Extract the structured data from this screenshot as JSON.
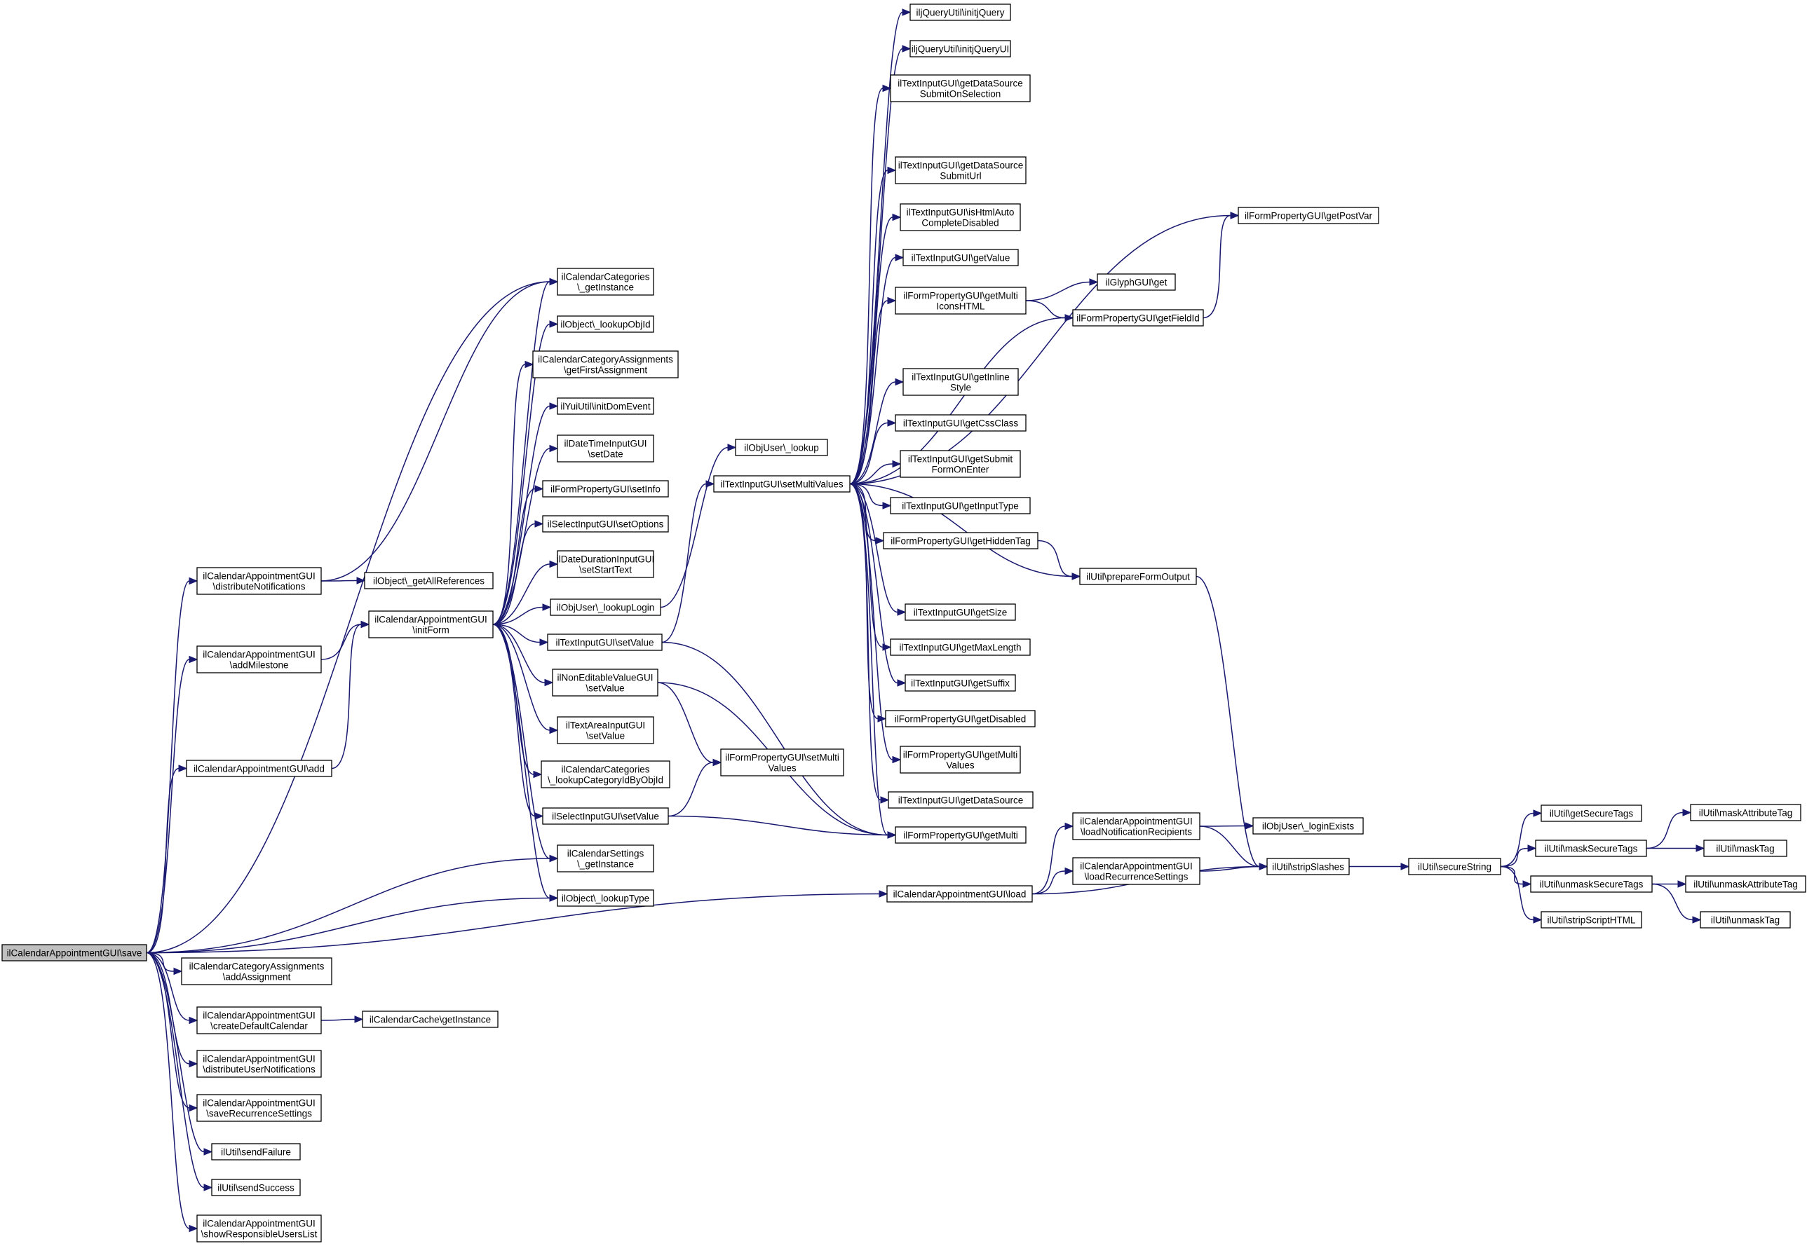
{
  "diagram": {
    "type": "call-graph",
    "root": "save",
    "colors": {
      "edge": "#191970",
      "node_fill": "#ffffff",
      "root_fill": "#bfbfbf",
      "node_border": "#000000",
      "text": "#000000"
    },
    "nodes": [
      {
        "id": "save",
        "lines": [
          "ilCalendarAppointmentGUI\\save"
        ]
      },
      {
        "id": "distributeNotifications",
        "lines": [
          "ilCalendarAppointmentGUI",
          "\\distributeNotifications"
        ]
      },
      {
        "id": "addMilestone",
        "lines": [
          "ilCalendarAppointmentGUI",
          "\\addMilestone"
        ]
      },
      {
        "id": "add",
        "lines": [
          "ilCalendarAppointmentGUI\\add"
        ]
      },
      {
        "id": "addAssignment",
        "lines": [
          "ilCalendarCategoryAssignments",
          "\\addAssignment"
        ]
      },
      {
        "id": "createDefaultCalendar",
        "lines": [
          "ilCalendarAppointmentGUI",
          "\\createDefaultCalendar"
        ]
      },
      {
        "id": "distributeUserNotifications",
        "lines": [
          "ilCalendarAppointmentGUI",
          "\\distributeUserNotifications"
        ]
      },
      {
        "id": "saveRecurrenceSettings",
        "lines": [
          "ilCalendarAppointmentGUI",
          "\\saveRecurrenceSettings"
        ]
      },
      {
        "id": "sendFailure",
        "lines": [
          "ilUtil\\sendFailure"
        ]
      },
      {
        "id": "sendSuccess",
        "lines": [
          "ilUtil\\sendSuccess"
        ]
      },
      {
        "id": "showResponsibleUsersList",
        "lines": [
          "ilCalendarAppointmentGUI",
          "\\showResponsibleUsersList"
        ]
      },
      {
        "id": "getAllReferences",
        "lines": [
          "ilObject\\_getAllReferences"
        ]
      },
      {
        "id": "initForm",
        "lines": [
          "ilCalendarAppointmentGUI",
          "\\initForm"
        ]
      },
      {
        "id": "cacheGetInstance",
        "lines": [
          "ilCalendarCache\\getInstance"
        ]
      },
      {
        "id": "catGetInstance",
        "lines": [
          "ilCalendarCategories",
          "\\_getInstance"
        ]
      },
      {
        "id": "lookupObjId",
        "lines": [
          "ilObject\\_lookupObjId"
        ]
      },
      {
        "id": "getFirstAssignment",
        "lines": [
          "ilCalendarCategoryAssignments",
          "\\getFirstAssignment"
        ]
      },
      {
        "id": "initDomEvent",
        "lines": [
          "ilYuiUtil\\initDomEvent"
        ]
      },
      {
        "id": "setDate",
        "lines": [
          "ilDateTimeInputGUI",
          "\\setDate"
        ]
      },
      {
        "id": "setInfo",
        "lines": [
          "ilFormPropertyGUI\\setInfo"
        ]
      },
      {
        "id": "setOptions",
        "lines": [
          "ilSelectInputGUI\\setOptions"
        ]
      },
      {
        "id": "setStartText",
        "lines": [
          "ilDateDurationInputGUI",
          "\\setStartText"
        ]
      },
      {
        "id": "lookupLogin",
        "lines": [
          "ilObjUser\\_lookupLogin"
        ]
      },
      {
        "id": "textSetValue",
        "lines": [
          "ilTextInputGUI\\setValue"
        ]
      },
      {
        "id": "nonEditSetValue",
        "lines": [
          "ilNonEditableValueGUI",
          "\\setValue"
        ]
      },
      {
        "id": "textAreaSetValue",
        "lines": [
          "ilTextAreaInputGUI",
          "\\setValue"
        ]
      },
      {
        "id": "lookupCategoryIdByObjId",
        "lines": [
          "ilCalendarCategories",
          "\\_lookupCategoryIdByObjId"
        ]
      },
      {
        "id": "selectSetValue",
        "lines": [
          "ilSelectInputGUI\\setValue"
        ]
      },
      {
        "id": "settingsGetInstance",
        "lines": [
          "ilCalendarSettings",
          "\\_getInstance"
        ]
      },
      {
        "id": "lookupType",
        "lines": [
          "ilObject\\_lookupType"
        ]
      },
      {
        "id": "objUserLookup",
        "lines": [
          "ilObjUser\\_lookup"
        ]
      },
      {
        "id": "textSetMultiValues",
        "lines": [
          "ilTextInputGUI\\setMultiValues"
        ]
      },
      {
        "id": "formSetMultiValues",
        "lines": [
          "ilFormPropertyGUI\\setMulti",
          "Values"
        ]
      },
      {
        "id": "load",
        "lines": [
          "ilCalendarAppointmentGUI\\load"
        ]
      },
      {
        "id": "initjQuery",
        "lines": [
          "iljQueryUtil\\initjQuery"
        ]
      },
      {
        "id": "initjQueryUI",
        "lines": [
          "iljQueryUtil\\initjQueryUI"
        ]
      },
      {
        "id": "getDataSourceSubmitOnSelection",
        "lines": [
          "ilTextInputGUI\\getDataSource",
          "SubmitOnSelection"
        ]
      },
      {
        "id": "getDataSourceSubmitUrl",
        "lines": [
          "ilTextInputGUI\\getDataSource",
          "SubmitUrl"
        ]
      },
      {
        "id": "isHtmlAutoCompleteDisabled",
        "lines": [
          "ilTextInputGUI\\isHtmlAuto",
          "CompleteDisabled"
        ]
      },
      {
        "id": "textGetValue",
        "lines": [
          "ilTextInputGUI\\getValue"
        ]
      },
      {
        "id": "getMultiIconsHTML",
        "lines": [
          "ilFormPropertyGUI\\getMulti",
          "IconsHTML"
        ]
      },
      {
        "id": "getInlineStyle",
        "lines": [
          "ilTextInputGUI\\getInline",
          "Style"
        ]
      },
      {
        "id": "getCssClass",
        "lines": [
          "ilTextInputGUI\\getCssClass"
        ]
      },
      {
        "id": "getSubmitFormOnEnter",
        "lines": [
          "ilTextInputGUI\\getSubmit",
          "FormOnEnter"
        ]
      },
      {
        "id": "getInputType",
        "lines": [
          "ilTextInputGUI\\getInputType"
        ]
      },
      {
        "id": "getHiddenTag",
        "lines": [
          "ilFormPropertyGUI\\getHiddenTag"
        ]
      },
      {
        "id": "getSize",
        "lines": [
          "ilTextInputGUI\\getSize"
        ]
      },
      {
        "id": "getMaxLength",
        "lines": [
          "ilTextInputGUI\\getMaxLength"
        ]
      },
      {
        "id": "getSuffix",
        "lines": [
          "ilTextInputGUI\\getSuffix"
        ]
      },
      {
        "id": "getDisabled",
        "lines": [
          "ilFormPropertyGUI\\getDisabled"
        ]
      },
      {
        "id": "getMultiValues",
        "lines": [
          "ilFormPropertyGUI\\getMulti",
          "Values"
        ]
      },
      {
        "id": "getDataSource",
        "lines": [
          "ilTextInputGUI\\getDataSource"
        ]
      },
      {
        "id": "getMulti",
        "lines": [
          "ilFormPropertyGUI\\getMulti"
        ]
      },
      {
        "id": "loadNotificationRecipients",
        "lines": [
          "ilCalendarAppointmentGUI",
          "\\loadNotificationRecipients"
        ]
      },
      {
        "id": "loadRecurrenceSettings",
        "lines": [
          "ilCalendarAppointmentGUI",
          "\\loadRecurrenceSettings"
        ]
      },
      {
        "id": "getPostVar",
        "lines": [
          "ilFormPropertyGUI\\getPostVar"
        ]
      },
      {
        "id": "glyphGet",
        "lines": [
          "ilGlyphGUI\\get"
        ]
      },
      {
        "id": "getFieldId",
        "lines": [
          "ilFormPropertyGUI\\getFieldId"
        ]
      },
      {
        "id": "prepareFormOutput",
        "lines": [
          "ilUtil\\prepareFormOutput"
        ]
      },
      {
        "id": "loginExists",
        "lines": [
          "ilObjUser\\_loginExists"
        ]
      },
      {
        "id": "stripSlashes",
        "lines": [
          "ilUtil\\stripSlashes"
        ]
      },
      {
        "id": "secureString",
        "lines": [
          "ilUtil\\secureString"
        ]
      },
      {
        "id": "getSecureTags",
        "lines": [
          "ilUtil\\getSecureTags"
        ]
      },
      {
        "id": "maskSecureTags",
        "lines": [
          "ilUtil\\maskSecureTags"
        ]
      },
      {
        "id": "unmaskSecureTags",
        "lines": [
          "ilUtil\\unmaskSecureTags"
        ]
      },
      {
        "id": "stripScriptHTML",
        "lines": [
          "ilUtil\\stripScriptHTML"
        ]
      },
      {
        "id": "maskAttributeTag",
        "lines": [
          "ilUtil\\maskAttributeTag"
        ]
      },
      {
        "id": "maskTag",
        "lines": [
          "ilUtil\\maskTag"
        ]
      },
      {
        "id": "unmaskAttributeTag",
        "lines": [
          "ilUtil\\unmaskAttributeTag"
        ]
      },
      {
        "id": "unmaskTag",
        "lines": [
          "ilUtil\\unmaskTag"
        ]
      }
    ],
    "edges": [
      [
        "save",
        "distributeNotifications"
      ],
      [
        "save",
        "addMilestone"
      ],
      [
        "save",
        "add"
      ],
      [
        "save",
        "addAssignment"
      ],
      [
        "save",
        "createDefaultCalendar"
      ],
      [
        "save",
        "distributeUserNotifications"
      ],
      [
        "save",
        "saveRecurrenceSettings"
      ],
      [
        "save",
        "sendFailure"
      ],
      [
        "save",
        "sendSuccess"
      ],
      [
        "save",
        "showResponsibleUsersList"
      ],
      [
        "save",
        "catGetInstance"
      ],
      [
        "save",
        "settingsGetInstance"
      ],
      [
        "save",
        "lookupType"
      ],
      [
        "save",
        "load"
      ],
      [
        "distributeNotifications",
        "getAllReferences"
      ],
      [
        "distributeNotifications",
        "catGetInstance"
      ],
      [
        "addMilestone",
        "initForm"
      ],
      [
        "add",
        "initForm"
      ],
      [
        "createDefaultCalendar",
        "cacheGetInstance"
      ],
      [
        "initForm",
        "catGetInstance"
      ],
      [
        "initForm",
        "lookupObjId"
      ],
      [
        "initForm",
        "getFirstAssignment"
      ],
      [
        "initForm",
        "initDomEvent"
      ],
      [
        "initForm",
        "setDate"
      ],
      [
        "initForm",
        "setInfo"
      ],
      [
        "initForm",
        "setOptions"
      ],
      [
        "initForm",
        "setStartText"
      ],
      [
        "initForm",
        "lookupLogin"
      ],
      [
        "initForm",
        "textSetValue"
      ],
      [
        "initForm",
        "nonEditSetValue"
      ],
      [
        "initForm",
        "textAreaSetValue"
      ],
      [
        "initForm",
        "lookupCategoryIdByObjId"
      ],
      [
        "initForm",
        "selectSetValue"
      ],
      [
        "initForm",
        "settingsGetInstance"
      ],
      [
        "initForm",
        "lookupType"
      ],
      [
        "lookupLogin",
        "objUserLookup"
      ],
      [
        "textSetValue",
        "textSetMultiValues"
      ],
      [
        "textSetValue",
        "getMulti"
      ],
      [
        "nonEditSetValue",
        "formSetMultiValues"
      ],
      [
        "nonEditSetValue",
        "getMulti"
      ],
      [
        "selectSetValue",
        "formSetMultiValues"
      ],
      [
        "selectSetValue",
        "getMulti"
      ],
      [
        "textSetMultiValues",
        "initjQuery"
      ],
      [
        "textSetMultiValues",
        "initjQueryUI"
      ],
      [
        "textSetMultiValues",
        "getDataSourceSubmitOnSelection"
      ],
      [
        "textSetMultiValues",
        "getDataSourceSubmitUrl"
      ],
      [
        "textSetMultiValues",
        "isHtmlAutoCompleteDisabled"
      ],
      [
        "textSetMultiValues",
        "textGetValue"
      ],
      [
        "textSetMultiValues",
        "getMultiIconsHTML"
      ],
      [
        "textSetMultiValues",
        "getInlineStyle"
      ],
      [
        "textSetMultiValues",
        "getCssClass"
      ],
      [
        "textSetMultiValues",
        "getSubmitFormOnEnter"
      ],
      [
        "textSetMultiValues",
        "getInputType"
      ],
      [
        "textSetMultiValues",
        "getHiddenTag"
      ],
      [
        "textSetMultiValues",
        "getSize"
      ],
      [
        "textSetMultiValues",
        "getMaxLength"
      ],
      [
        "textSetMultiValues",
        "getSuffix"
      ],
      [
        "textSetMultiValues",
        "getDisabled"
      ],
      [
        "textSetMultiValues",
        "getMultiValues"
      ],
      [
        "textSetMultiValues",
        "getDataSource"
      ],
      [
        "textSetMultiValues",
        "getMulti"
      ],
      [
        "textSetMultiValues",
        "getPostVar"
      ],
      [
        "textSetMultiValues",
        "getFieldId"
      ],
      [
        "textSetMultiValues",
        "prepareFormOutput"
      ],
      [
        "getMultiIconsHTML",
        "glyphGet"
      ],
      [
        "getMultiIconsHTML",
        "getFieldId"
      ],
      [
        "getFieldId",
        "getPostVar"
      ],
      [
        "getHiddenTag",
        "prepareFormOutput"
      ],
      [
        "prepareFormOutput",
        "stripSlashes"
      ],
      [
        "load",
        "loadNotificationRecipients"
      ],
      [
        "load",
        "loadRecurrenceSettings"
      ],
      [
        "load",
        "stripSlashes"
      ],
      [
        "loadNotificationRecipients",
        "loginExists"
      ],
      [
        "loadNotificationRecipients",
        "stripSlashes"
      ],
      [
        "loadRecurrenceSettings",
        "stripSlashes"
      ],
      [
        "stripSlashes",
        "secureString"
      ],
      [
        "secureString",
        "getSecureTags"
      ],
      [
        "secureString",
        "maskSecureTags"
      ],
      [
        "secureString",
        "unmaskSecureTags"
      ],
      [
        "secureString",
        "stripScriptHTML"
      ],
      [
        "maskSecureTags",
        "maskAttributeTag"
      ],
      [
        "maskSecureTags",
        "maskTag"
      ],
      [
        "unmaskSecureTags",
        "unmaskAttributeTag"
      ],
      [
        "unmaskSecureTags",
        "unmaskTag"
      ]
    ]
  }
}
